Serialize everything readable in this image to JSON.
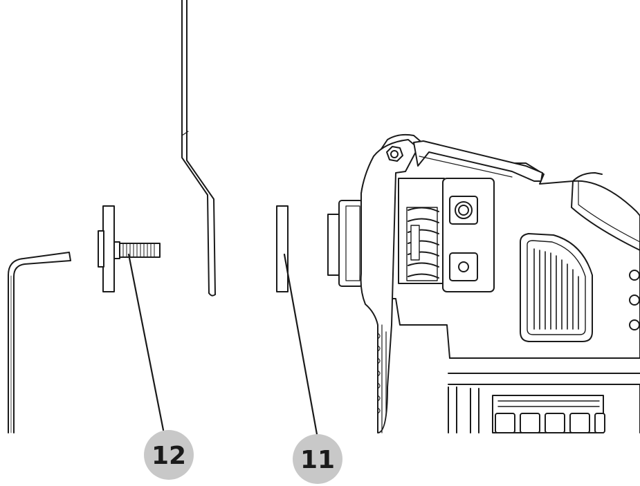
{
  "diagram": {
    "callouts": [
      {
        "label": "12",
        "part": "blade-clamp-bolt-with-washer"
      },
      {
        "label": "11",
        "part": "spacer-plate"
      }
    ],
    "colors": {
      "line": "#1a1a1a",
      "fill": "#ffffff",
      "callout_bubble": "#c8c8c8"
    },
    "icons": [
      "hex-key",
      "clamp-bolt",
      "saw-blade",
      "spacer",
      "multi-tool"
    ]
  }
}
